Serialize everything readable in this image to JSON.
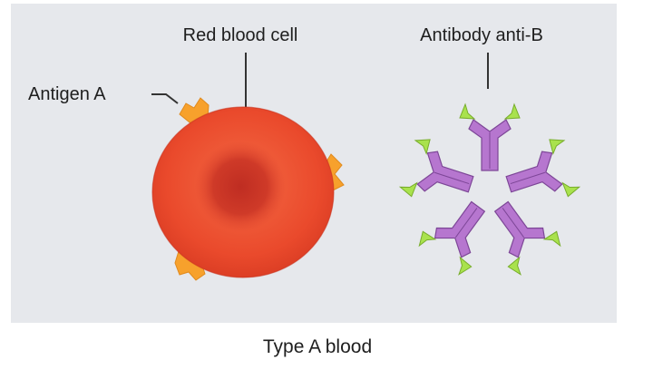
{
  "labels": {
    "red_blood_cell": "Red blood cell",
    "antigen": "Antigen A",
    "antibody": "Antibody anti-B"
  },
  "caption": "Type A blood",
  "colors": {
    "panel_background": "#e6e8ec",
    "red_blood_cell": "#e8422c",
    "antigen": "#f7a12c",
    "antibody_body": "#b676cf",
    "antibody_tips": "#a9e24d",
    "text": "#1e1e1e"
  }
}
